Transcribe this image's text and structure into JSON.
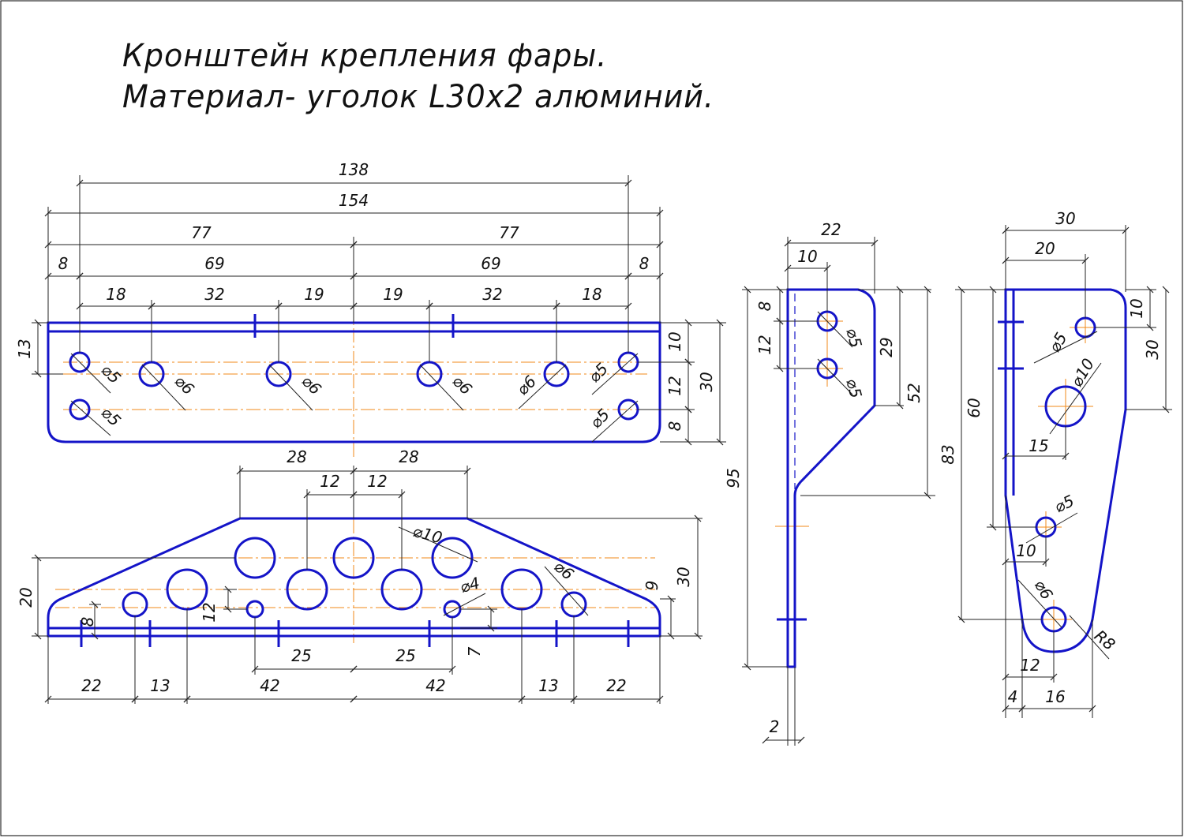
{
  "title": {
    "line1": "Кронштейн крепления фары.",
    "line2": "Материал- уголок L30x2 алюминий."
  },
  "colors": {
    "outline": "#1414c8",
    "axis": "#f08a1a",
    "dimension": "#222222",
    "frame": "#000000"
  },
  "views": {
    "top_view": {
      "overall_labels": [
        "138",
        "154"
      ],
      "half_labels": [
        "77",
        "77"
      ],
      "chain_labels": [
        "8",
        "69",
        "69",
        "8"
      ],
      "hole_spacing_labels": [
        "18",
        "32",
        "19",
        "19",
        "32",
        "18"
      ],
      "vertical_labels": [
        "13",
        "10",
        "12",
        "30",
        "8"
      ],
      "hole_labels": [
        "⌀5",
        "⌀6",
        "⌀6",
        "⌀6",
        "⌀6",
        "⌀5",
        "⌀5",
        "⌀5"
      ]
    },
    "front_view": {
      "top_labels": [
        "28",
        "28",
        "12",
        "12"
      ],
      "hole_labels": [
        "⌀10",
        "⌀4",
        "⌀6"
      ],
      "side_labels": [
        "20",
        "8",
        "12",
        "9",
        "30",
        "7"
      ],
      "mid_labels": [
        "25",
        "25"
      ],
      "bottom_labels": [
        "22",
        "13",
        "42",
        "42",
        "13",
        "22"
      ]
    },
    "side_view_1": {
      "top_labels": [
        "22",
        "10"
      ],
      "left_labels": [
        "8",
        "12",
        "95",
        "2"
      ],
      "right_labels": [
        "29",
        "52"
      ],
      "hole_labels": [
        "⌀5",
        "⌀5"
      ]
    },
    "side_view_2": {
      "top_labels": [
        "30",
        "20"
      ],
      "right_labels": [
        "10",
        "30"
      ],
      "left_labels": [
        "60",
        "83"
      ],
      "inner_labels": [
        "15",
        "10",
        "12",
        "4",
        "16"
      ],
      "hole_labels": [
        "⌀5",
        "⌀10",
        "⌀5",
        "⌀6"
      ],
      "radius_label": "R8"
    }
  }
}
